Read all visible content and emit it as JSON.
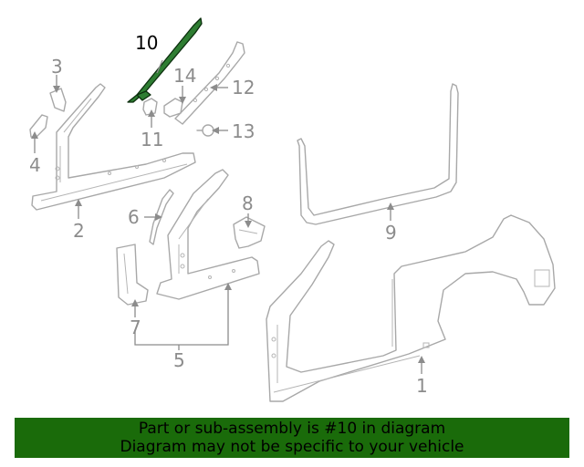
{
  "callouts": {
    "c1": "1",
    "c2": "2",
    "c3": "3",
    "c4": "4",
    "c5": "5",
    "c6": "6",
    "c7": "7",
    "c8": "8",
    "c9": "9",
    "c10": "10",
    "c11": "11",
    "c12": "12",
    "c13": "13",
    "c14": "14"
  },
  "highlighted_part": "10",
  "banner": {
    "line1": "Part or sub-assembly is #10 in diagram",
    "line2": "Diagram may not be specific to your vehicle",
    "background_color": "#1a6b0a",
    "highlight_color": "#2e7d32"
  }
}
